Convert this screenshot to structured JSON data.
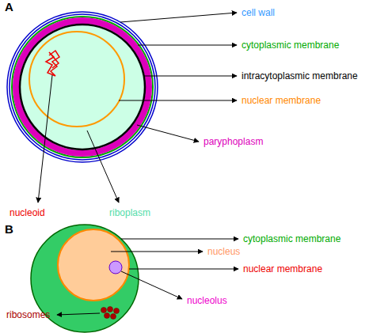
{
  "diagram": {
    "labels": [
      "A",
      "cell wall",
      "cytoplasmic membrane",
      "intracytoplasmic membrane",
      "nuclear membrane",
      "paryphoplasm",
      "nucleoid",
      "riboplasm",
      "B",
      "cytoplasmic membrane",
      "nucleus",
      "nuclear membrane",
      "nucleolus",
      "ribosomes"
    ]
  }
}
